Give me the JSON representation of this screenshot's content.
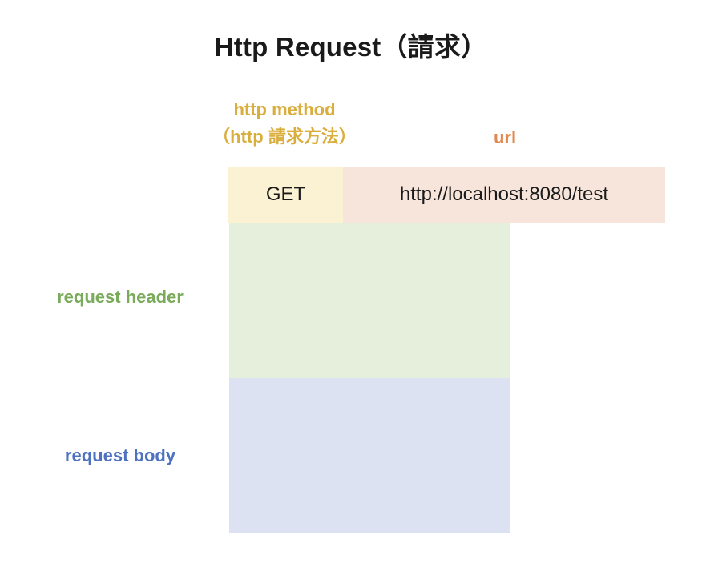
{
  "page": {
    "title": "Http Request（請求）",
    "background": "#ffffff"
  },
  "labels": {
    "http_method": {
      "line1": "http method",
      "line2_open": "（",
      "line2_latin": "http",
      "line2_cjk": " 請求方法",
      "line2_close": "）",
      "line2_full": "（http 請求方法）",
      "color": "#d9ae3c"
    },
    "url": {
      "text": "url",
      "color": "#e2894f"
    },
    "request_header": {
      "text": "request header",
      "color": "#79ab5a"
    },
    "request_body": {
      "text": "request body",
      "color": "#4e72bf"
    }
  },
  "diagram": {
    "method_cell": {
      "value": "GET",
      "fill": "#fbf2d3"
    },
    "url_cell": {
      "value": "http://localhost:8080/test",
      "fill": "#f7e4da"
    },
    "header_block": {
      "value": "",
      "fill": "#e6eedc"
    },
    "body_block": {
      "value": "",
      "fill": "#dce2f1"
    }
  }
}
